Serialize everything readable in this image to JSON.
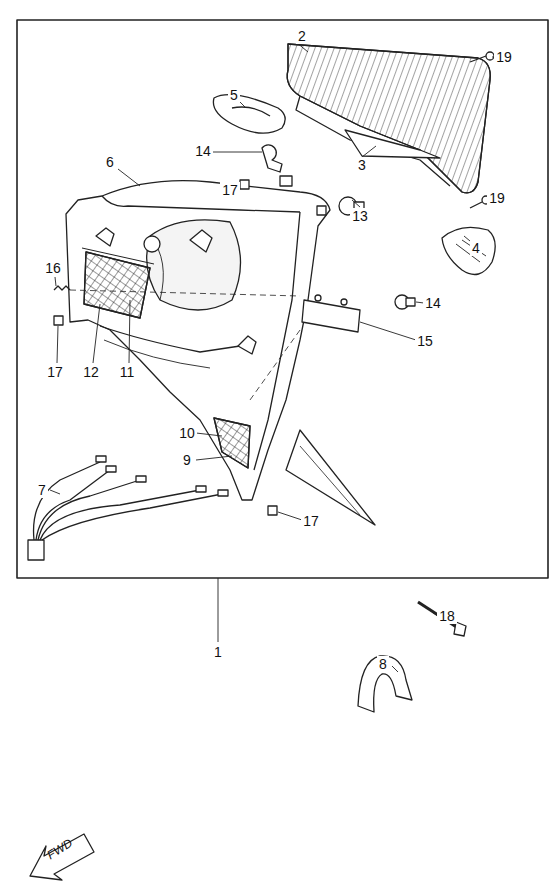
{
  "diagram": {
    "labels": [
      "19",
      "2",
      "5",
      "14",
      "17",
      "6",
      "3",
      "13",
      "19",
      "4",
      "16",
      "17",
      "12",
      "11",
      "14",
      "15",
      "17",
      "10",
      "9",
      "7",
      "1",
      "18",
      "8",
      "FWD"
    ]
  }
}
